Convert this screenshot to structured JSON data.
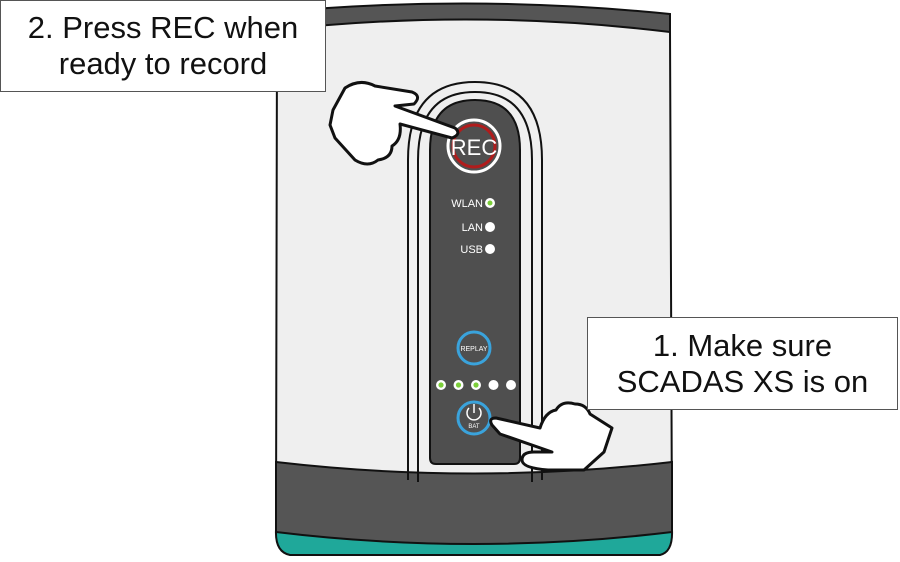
{
  "callouts": {
    "step2": {
      "line1": "2. Press REC when",
      "line2": "ready to record"
    },
    "step1": {
      "line1": "1. Make sure",
      "line2": "SCADAS XS is on"
    }
  },
  "device": {
    "rec_label": "REC",
    "indicators": [
      {
        "label": "WLAN",
        "state": "on"
      },
      {
        "label": "LAN",
        "state": "off"
      },
      {
        "label": "USB",
        "state": "off"
      }
    ],
    "replay_label": "REPLAY",
    "battery_leds": {
      "lit": 3,
      "total": 5
    },
    "power_label": "BAT"
  },
  "colors": {
    "body": "#efefef",
    "panel": "#4f4f4f",
    "rec_ring": "#b01c1c",
    "button_ring": "#3aa3dc",
    "led_on": "#7ccf3a",
    "base": "#1fa89a"
  }
}
